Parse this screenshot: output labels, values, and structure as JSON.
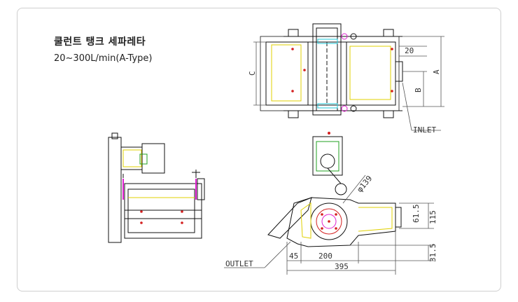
{
  "product": {
    "title": "쿨런트 탱크 세파레타",
    "subtitle": "20~300L/min(A-Type)"
  },
  "labels": {
    "inlet": "INLET",
    "outlet": "OUTLET"
  },
  "dimensions": {
    "c": "C",
    "d20": "20",
    "a": "A",
    "b": "B",
    "phi139": "φ139",
    "d61_5": "61.5",
    "d115": "115",
    "d45": "45",
    "d200": "200",
    "d31_5": "31.5",
    "d395": "395"
  },
  "colors": {
    "outline": "#111111",
    "yellow": "#e0d000",
    "red": "#d42020",
    "magenta": "#e020d0",
    "cyan": "#20c8d8",
    "green": "#20a020",
    "dim_line": "#555555"
  }
}
